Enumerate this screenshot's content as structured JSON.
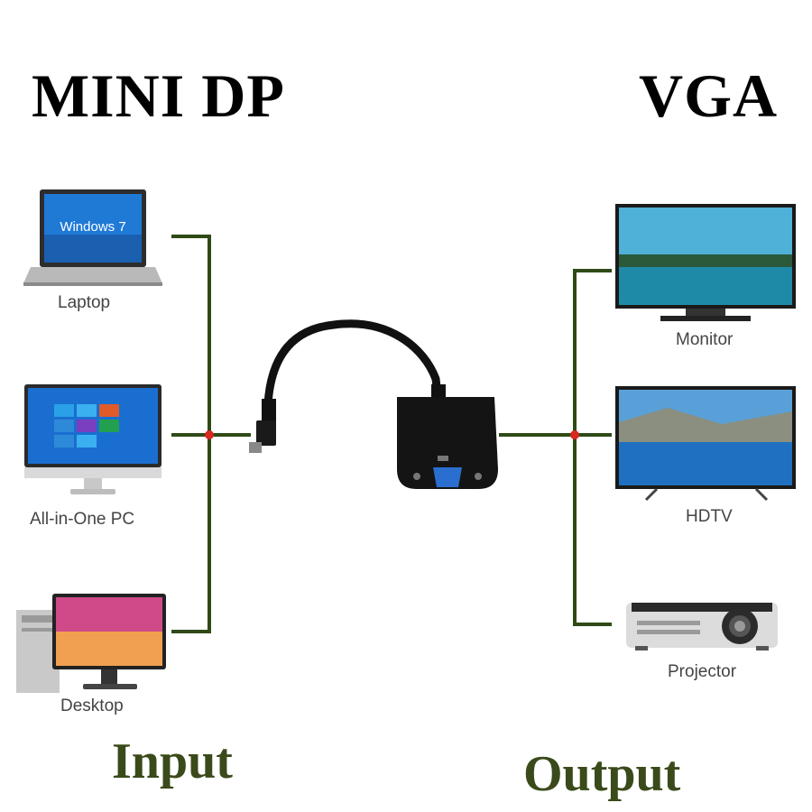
{
  "headings": {
    "left": "MINI DP",
    "right": "VGA"
  },
  "footers": {
    "input": "Input",
    "output": "Output"
  },
  "inputs": [
    {
      "label": "Laptop",
      "screen_text": "Windows 7"
    },
    {
      "label": "All-in-One PC"
    },
    {
      "label": "Desktop"
    }
  ],
  "outputs": [
    {
      "label": "Monitor"
    },
    {
      "label": "HDTV"
    },
    {
      "label": "Projector"
    }
  ],
  "colors": {
    "line": "#2f4a17",
    "junction": "#d9281e",
    "footer_text": "#3a4a1a"
  }
}
